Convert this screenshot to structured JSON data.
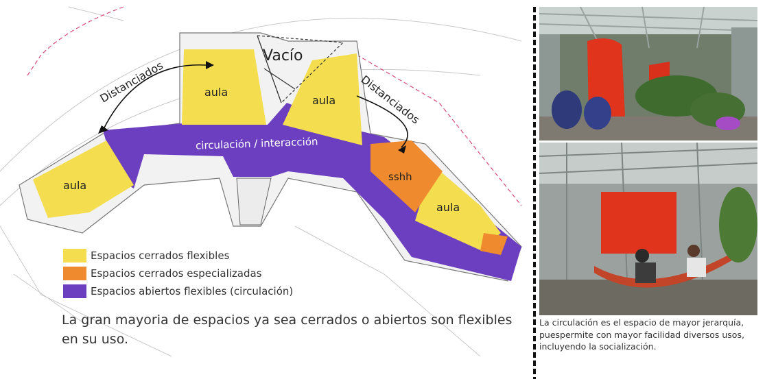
{
  "plan": {
    "zones": {
      "aula_label": "aula",
      "vacio_label": "Vacío",
      "sshh_label": "sshh",
      "circulation_label": "circulación / interacción",
      "distanciados_label": "Distanciados"
    }
  },
  "legend": {
    "items": [
      {
        "label": "Espacios cerrados flexibles",
        "color": "#f4de4f"
      },
      {
        "label": "Espacios cerrados especializadas",
        "color": "#f08a2e"
      },
      {
        "label": "Espacios abiertos flexibles (circulación)",
        "color": "#6c3fc0"
      }
    ]
  },
  "summary": {
    "text": "La gran mayoria de espacios ya sea cerrados o abiertos son flexibles en su uso."
  },
  "photos": {
    "caption": "La circulación es el espacio de mayor jerarquía, puespermite con mayor facilidad diversos usos, incluyendo la socialización."
  },
  "colors": {
    "closed_flexible": "#f4de4f",
    "closed_specialized": "#f08a2e",
    "open_circulation": "#7b4fd0",
    "feature_red": "#e0341c"
  }
}
